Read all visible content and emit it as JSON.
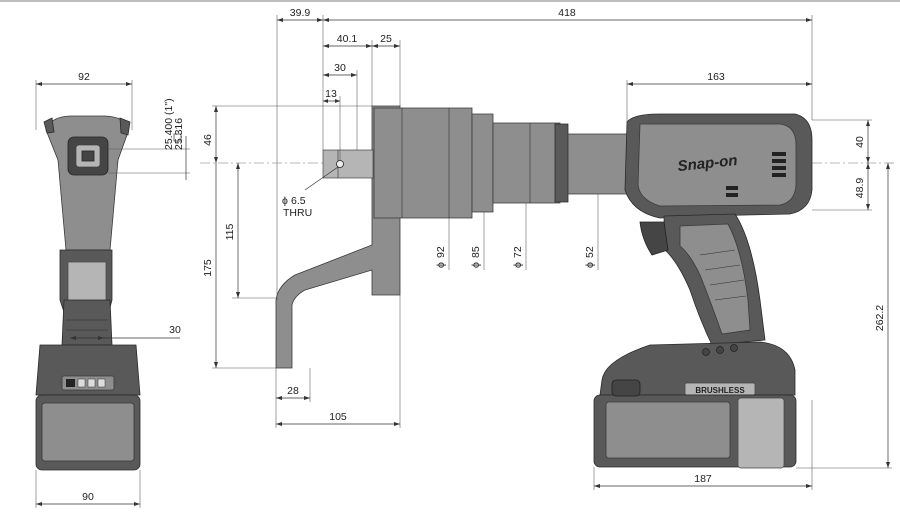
{
  "dimensions": {
    "front_width_top": "92",
    "front_width_bottom": "90",
    "square_drive": "25.400 (1\")\n25.316",
    "square_drive_line1": "25.400 (1\")",
    "square_drive_line2": "25.316",
    "front_reaction_width": "30",
    "side_overall_length": "418",
    "side_offset_39_9": "39.9",
    "side_40_1": "40.1",
    "side_25": "25",
    "side_30": "30",
    "side_13": "13",
    "hole_diameter": "6.5",
    "hole_note": "THRU",
    "height_46": "46",
    "height_115": "115",
    "height_175": "175",
    "diam_92": "92",
    "diam_85": "85",
    "diam_72": "72",
    "diam_52": "52",
    "diam_symbol": "ϕ",
    "motor_length": "163",
    "right_40": "40",
    "right_48_9": "48.9",
    "overall_height": "262.2",
    "base_28": "28",
    "base_105": "105",
    "battery_length": "187"
  },
  "product": {
    "brand_logo": "Snap-on",
    "battery_label": "BRUSHLESS"
  },
  "colors": {
    "body_gray": "#8e8e8e",
    "dark_gray": "#595959",
    "line": "#333333"
  }
}
